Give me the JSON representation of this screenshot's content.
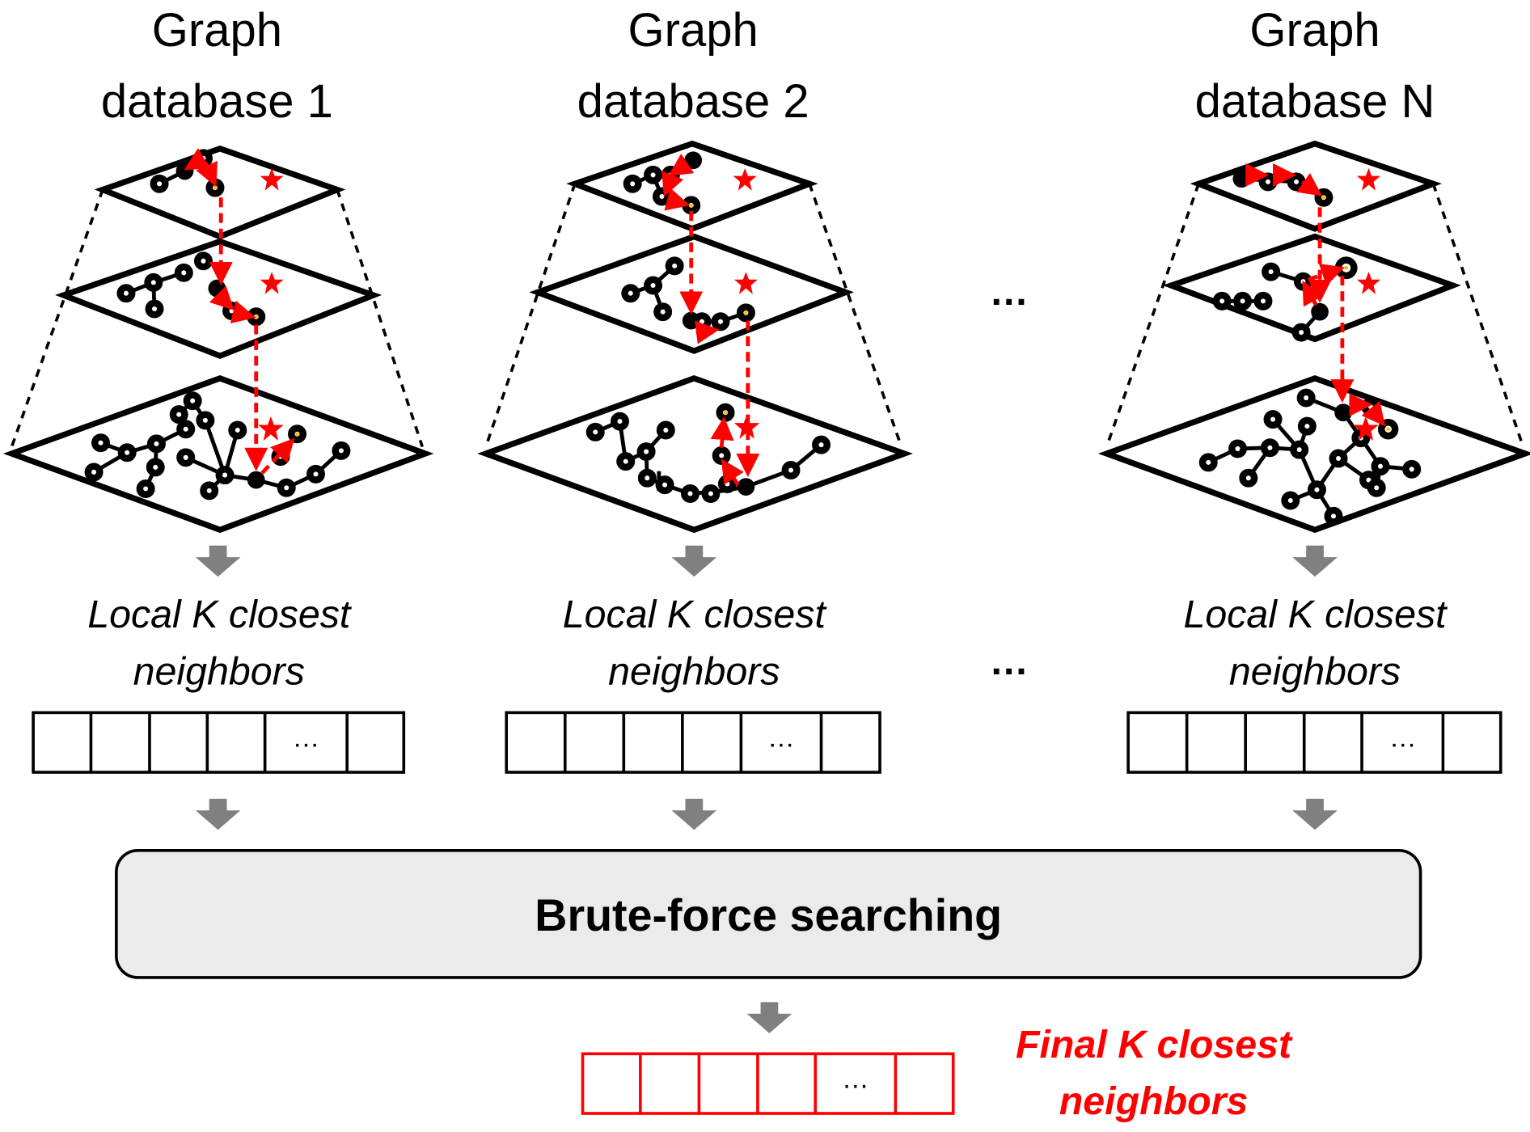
{
  "databases": [
    {
      "title_line1": "Graph",
      "title_line2": "database 1",
      "result_line1": "Local K closest",
      "result_line2": "neighbors",
      "cell_ellipsis": "…"
    },
    {
      "title_line1": "Graph",
      "title_line2": "database 2",
      "result_line1": "Local K closest",
      "result_line2": "neighbors",
      "cell_ellipsis": "…"
    },
    {
      "title_line1": "Graph",
      "title_line2": "database N",
      "result_line1": "Local K closest",
      "result_line2": "neighbors",
      "cell_ellipsis": "…"
    }
  ],
  "between_ellipsis": "…",
  "brute_force_label": "Brute-force searching",
  "final": {
    "line1": "Final K closest",
    "line2": "neighbors",
    "cell_ellipsis": "…"
  },
  "colors": {
    "accent": "#ff0000",
    "arrow": "#808080",
    "box_fill": "#ebebeb",
    "query_node": "#ffc000"
  }
}
